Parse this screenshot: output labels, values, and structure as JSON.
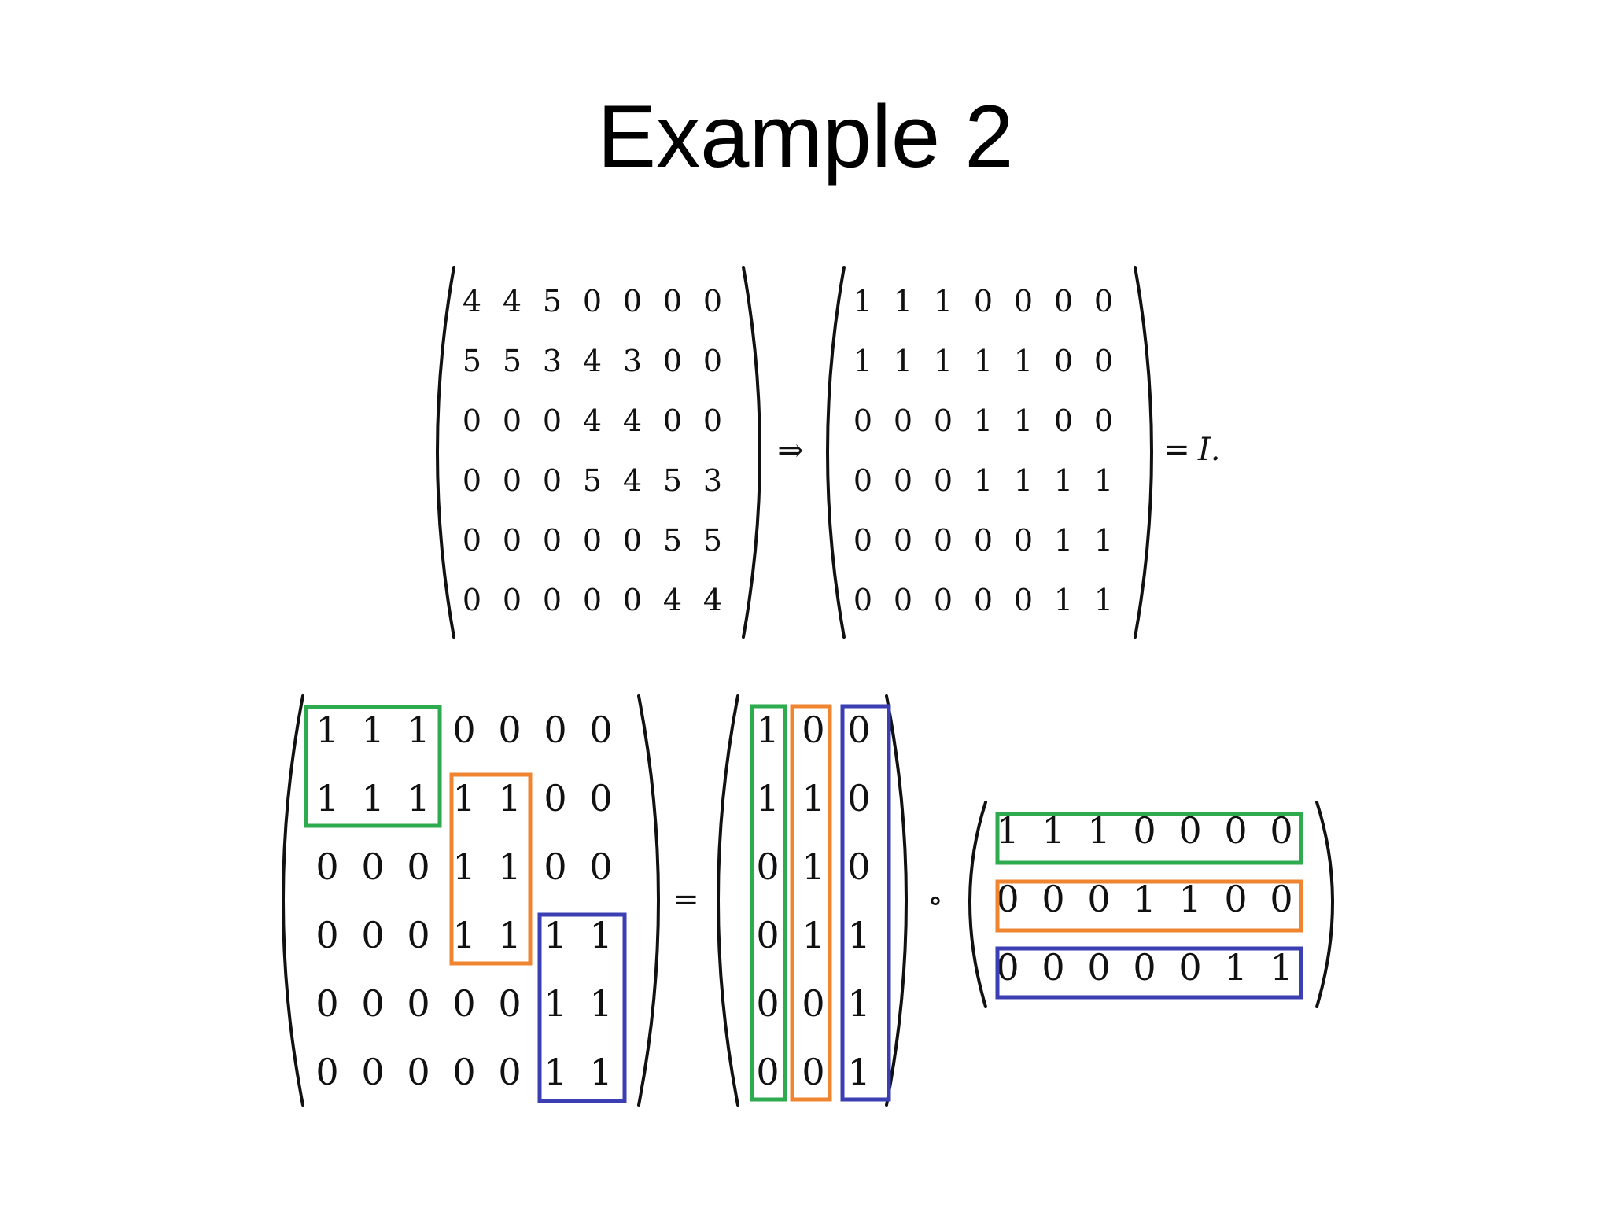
{
  "slide": {
    "title": "Example 2"
  },
  "top_equation": {
    "matrix_a": [
      [
        "4",
        "4",
        "5",
        "0",
        "0",
        "0",
        "0"
      ],
      [
        "5",
        "5",
        "3",
        "4",
        "3",
        "0",
        "0"
      ],
      [
        "0",
        "0",
        "0",
        "4",
        "4",
        "0",
        "0"
      ],
      [
        "0",
        "0",
        "0",
        "5",
        "4",
        "5",
        "3"
      ],
      [
        "0",
        "0",
        "0",
        "0",
        "0",
        "5",
        "5"
      ],
      [
        "0",
        "0",
        "0",
        "0",
        "0",
        "4",
        "4"
      ]
    ],
    "arrow": "⇒",
    "matrix_i": [
      [
        "1",
        "1",
        "1",
        "0",
        "0",
        "0",
        "0"
      ],
      [
        "1",
        "1",
        "1",
        "1",
        "1",
        "0",
        "0"
      ],
      [
        "0",
        "0",
        "0",
        "1",
        "1",
        "0",
        "0"
      ],
      [
        "0",
        "0",
        "0",
        "1",
        "1",
        "1",
        "1"
      ],
      [
        "0",
        "0",
        "0",
        "0",
        "0",
        "1",
        "1"
      ],
      [
        "0",
        "0",
        "0",
        "0",
        "0",
        "1",
        "1"
      ]
    ],
    "equals": "=",
    "result": "I."
  },
  "bottom_equation": {
    "matrix_i": [
      [
        "1",
        "1",
        "1",
        "0",
        "0",
        "0",
        "0"
      ],
      [
        "1",
        "1",
        "1",
        "1",
        "1",
        "0",
        "0"
      ],
      [
        "0",
        "0",
        "0",
        "1",
        "1",
        "0",
        "0"
      ],
      [
        "0",
        "0",
        "0",
        "1",
        "1",
        "1",
        "1"
      ],
      [
        "0",
        "0",
        "0",
        "0",
        "0",
        "1",
        "1"
      ],
      [
        "0",
        "0",
        "0",
        "0",
        "0",
        "1",
        "1"
      ]
    ],
    "equals": "=",
    "factor_left": [
      [
        "1",
        "0",
        "0"
      ],
      [
        "1",
        "1",
        "0"
      ],
      [
        "0",
        "1",
        "0"
      ],
      [
        "0",
        "1",
        "1"
      ],
      [
        "0",
        "0",
        "1"
      ],
      [
        "0",
        "0",
        "1"
      ]
    ],
    "compose": "∘",
    "factor_right": [
      [
        "1",
        "1",
        "1",
        "0",
        "0",
        "0",
        "0"
      ],
      [
        "0",
        "0",
        "0",
        "1",
        "1",
        "0",
        "0"
      ],
      [
        "0",
        "0",
        "0",
        "0",
        "0",
        "1",
        "1"
      ]
    ]
  },
  "colors": {
    "green": "#2eaa4f",
    "orange": "#ef8531",
    "blue": "#3b3fb3"
  }
}
